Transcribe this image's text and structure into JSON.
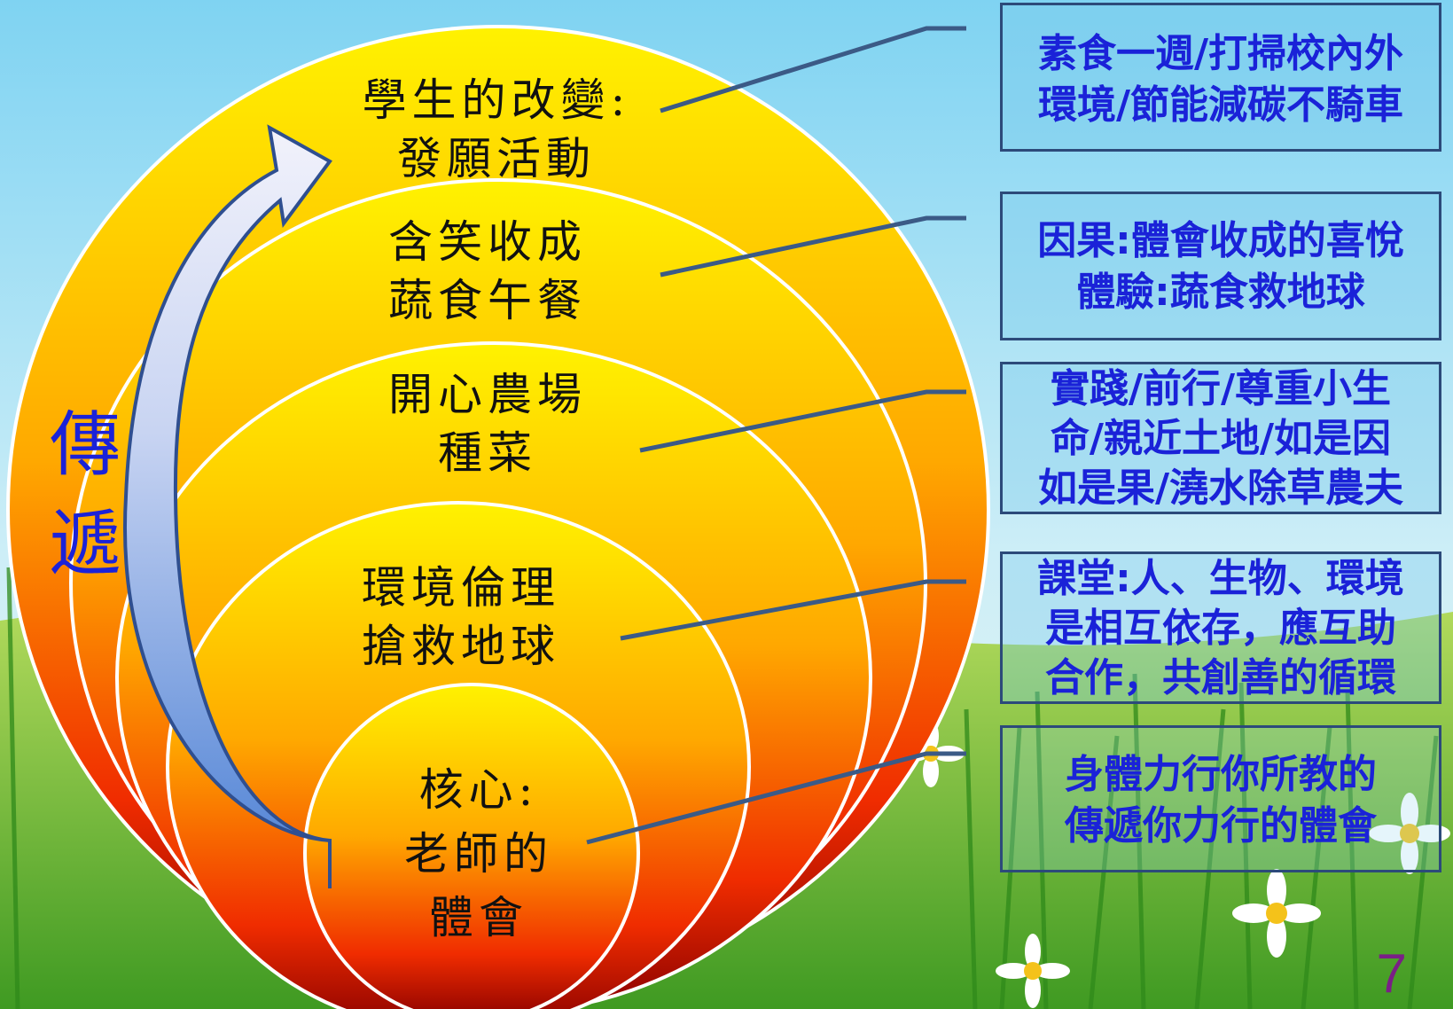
{
  "diagram": {
    "rings": [
      {
        "id": "outer",
        "lines": [
          "學生的改變:",
          "發願活動"
        ]
      },
      {
        "id": "ring2",
        "lines": [
          "含笑收成",
          "蔬食午餐"
        ]
      },
      {
        "id": "ring3",
        "lines": [
          "開心農場",
          "種菜"
        ]
      },
      {
        "id": "ring4",
        "lines": [
          "環境倫理",
          "搶救地球"
        ]
      },
      {
        "id": "core",
        "lines": [
          "核心:",
          "老師的",
          "體會"
        ]
      }
    ],
    "side_word": [
      "傳",
      "遞"
    ],
    "callouts": [
      {
        "lines": [
          "素食一週/打掃校內外",
          "環境/節能減碳不騎車"
        ]
      },
      {
        "lines": [
          "因果:體會收成的喜悅",
          "體驗:蔬食救地球"
        ]
      },
      {
        "lines": [
          "實踐/前行/尊重小生",
          "命/親近土地/如是因",
          "如是果/澆水除草農夫"
        ]
      },
      {
        "lines": [
          "課堂:人、生物、環境",
          "是相互依存，應互助",
          "合作，共創善的循環"
        ]
      },
      {
        "lines": [
          "身體力行你所教的",
          "傳遞你力行的體會"
        ]
      }
    ],
    "page_number": "7"
  },
  "colors": {
    "text_blue": "#1a22d8",
    "ring_top": "#fff200",
    "ring_bottom": "#b00000",
    "connector": "#3b5a86",
    "page_number": "#7a1f86"
  }
}
